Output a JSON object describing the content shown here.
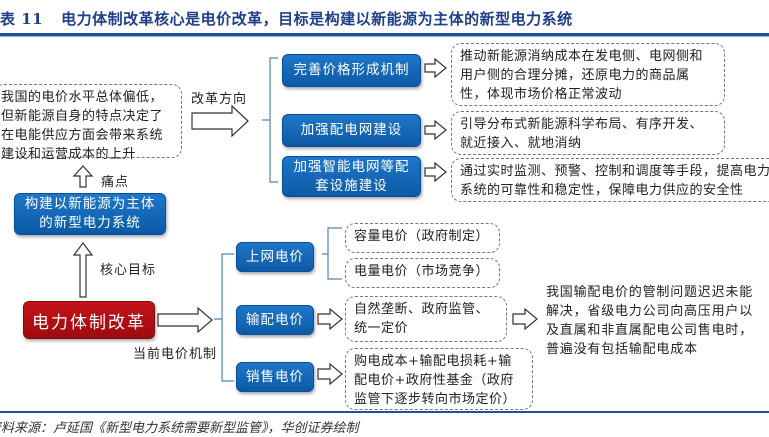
{
  "title": {
    "number": "表 11",
    "text": "电力体制改革核心是电价改革，目标是构建以新能源为主体的新型电力系统"
  },
  "pain_point_box": {
    "text": "我国的电价水平总体偏低，但新能源自身的特点决定了在电能供应方面会带来系统建设和运营成本的上升"
  },
  "labels": {
    "reform_direction": "改革方向",
    "pain_point": "痛点",
    "core_goal": "核心目标",
    "current_mechanism": "当前电价机制"
  },
  "goal_box": {
    "line1": "构建以新能源为主体",
    "line2": "的新型电力系统"
  },
  "reform_box": {
    "text": "电力体制改革"
  },
  "directions": [
    {
      "label": "完善价格形成机制",
      "desc": "推动新能源消纳成本在发电侧、电网侧和用户侧的合理分摊，还原电力的商品属性，体现市场价格正常波动"
    },
    {
      "label": "加强配电网建设",
      "desc": "引导分布式新能源科学布局、有序开发、就近接入、就地消纳"
    },
    {
      "label_line1": "加强智能电网等配",
      "label_line2": "套设施建设",
      "desc": "通过实时监测、预警、控制和调度等手段，提高电力系统的可靠性和稳定性，保障电力供应的安全性"
    }
  ],
  "mechanisms": [
    {
      "label": "上网电价",
      "items": [
        "容量电价（政府制定）",
        "电量电价（市场竞争）"
      ]
    },
    {
      "label": "输配电价",
      "desc": "自然垄断、政府监管、统一定价"
    },
    {
      "label": "销售电价",
      "desc": "购电成本+输配电损耗+输配电价+政府性基金（政府监管下逐步转向市场定价）"
    }
  ],
  "problem_text": "我国输配电价的管制问题迟迟未能解决，省级电力公司向高压用户以及直属和非直属配电公司售电时，普遍没有包括输配电成本",
  "source": "资料来源：卢延国《新型电力系统需要新型监管》，华创证券绘制",
  "colors": {
    "blue": "#0f63b2",
    "red": "#b40f16",
    "title": "#1f3f8a",
    "line": "#4f86b8"
  }
}
